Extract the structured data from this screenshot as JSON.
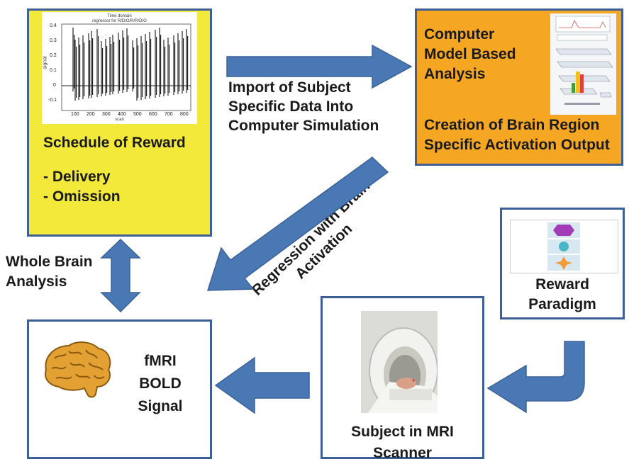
{
  "schedule_box": {
    "title": "Schedule of Reward",
    "items": [
      "- Delivery",
      "- Omission"
    ],
    "plot": {
      "title_line1": "Time domain",
      "title_line2": "regressor for R/D/O/R/R/D/O",
      "ylabel": "signal",
      "xlabel": "scan",
      "yticks": [
        "0.4",
        "0.3",
        "0.2",
        "0.1",
        "0",
        "-0.1"
      ],
      "xticks": [
        "100",
        "200",
        "300",
        "400",
        "500",
        "600",
        "700",
        "800"
      ]
    }
  },
  "model_box": {
    "title_lines": [
      "Computer",
      "Model Based",
      "Analysis"
    ],
    "output_lines": [
      "Creation of Brain Region",
      "Specific Activation Output"
    ]
  },
  "import_label": [
    "Import of Subject",
    "Specific Data Into",
    "Computer Simulation"
  ],
  "regression_label": [
    "Regression with Brain",
    "Activation"
  ],
  "whole_brain_label": [
    "Whole Brain",
    "Analysis"
  ],
  "fmri_box": {
    "lines": [
      "fMRI",
      "BOLD",
      "Signal"
    ]
  },
  "mri_box": {
    "lines": [
      "Subject in MRI",
      "Scanner"
    ]
  },
  "reward_box": {
    "lines": [
      "Reward",
      "Paradigm"
    ]
  },
  "colors": {
    "arrow": "#4a78b5",
    "arrow_edge": "#3a6298",
    "yellow_box": "#f2e93a",
    "orange_box": "#f5a623",
    "box_border": "#3d5f95"
  }
}
